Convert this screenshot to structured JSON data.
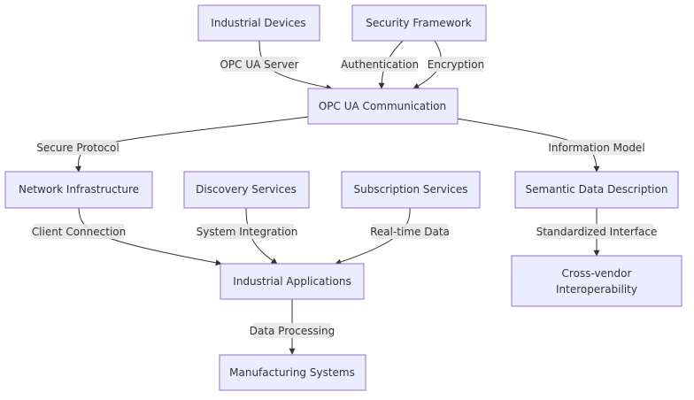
{
  "nodes": {
    "industrial_devices": "Industrial Devices",
    "security_framework": "Security Framework",
    "opc_ua_communication": "OPC UA Communication",
    "network_infrastructure": "Network Infrastructure",
    "discovery_services": "Discovery Services",
    "subscription_services": "Subscription Services",
    "semantic_data_description": "Semantic Data Description",
    "industrial_applications": "Industrial Applications",
    "cross_vendor_line1": "Cross-vendor",
    "cross_vendor_line2": "Interoperability",
    "manufacturing_systems": "Manufacturing Systems"
  },
  "edges": {
    "opc_ua_server": "OPC UA Server",
    "authentication": "Authentication",
    "encryption": "Encryption",
    "secure_protocol": "Secure Protocol",
    "information_model": "Information Model",
    "client_connection": "Client Connection",
    "system_integration": "System Integration",
    "real_time_data": "Real-time Data",
    "standardized_interface": "Standardized Interface",
    "data_processing": "Data Processing"
  }
}
